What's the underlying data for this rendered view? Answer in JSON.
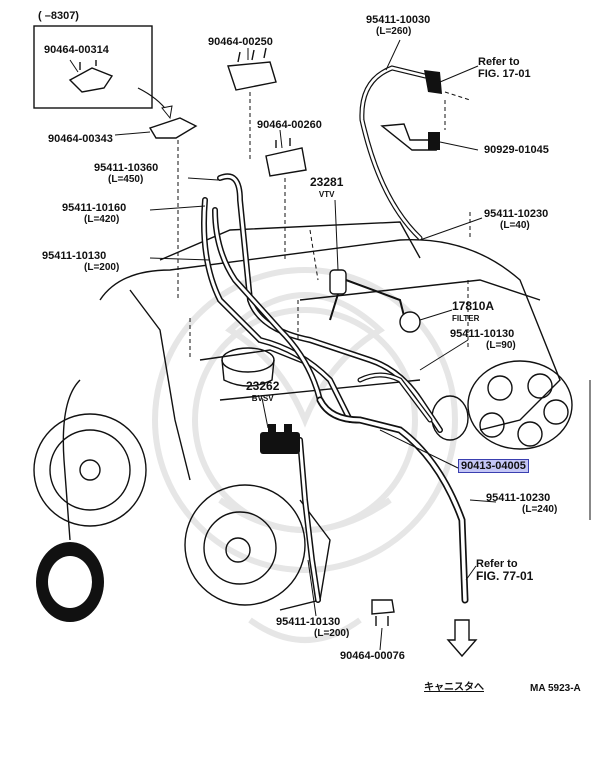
{
  "diagram": {
    "inset": {
      "range": "(      –8307)",
      "part": "90464-00314"
    },
    "parts": {
      "p_90464_00250": "90464-00250",
      "p_90464_00260": "90464-00260",
      "p_90464_00343": "90464-00343",
      "p_95411_10360": "95411-10360",
      "p_95411_10360_len": "(L=450)",
      "p_95411_10160": "95411-10160",
      "p_95411_10160_len": "(L=420)",
      "p_95411_10130a": "95411-10130",
      "p_95411_10130a_len": "(L=200)",
      "p_95411_10030": "95411-10030",
      "p_95411_10030_len": "(L=260)",
      "p_90929_01045": "90929-01045",
      "p_23281": "23281",
      "p_23281_name": "VTV",
      "p_95411_10230a": "95411-10230",
      "p_95411_10230a_len": "(L=40)",
      "p_17810A": "17810A",
      "p_17810A_name": "FILTER",
      "p_95411_10130b": "95411-10130",
      "p_95411_10130b_len": "(L=90)",
      "p_23262": "23262",
      "p_23262_name": "BVSV",
      "p_90413_04005": "90413-04005",
      "p_95411_10230b": "95411-10230",
      "p_95411_10230b_len": "(L=240)",
      "p_95411_10130c": "95411-10130",
      "p_95411_10130c_len": "(L=200)",
      "p_90464_00076": "90464-00076"
    },
    "refer_top": {
      "line1": "Refer to",
      "line2": "FIG. 17-01"
    },
    "refer_bottom": {
      "line1": "Refer to",
      "line2": "FIG. 77-01"
    },
    "canister_label": "キャニスタへ",
    "figure_code": "MA 5923-A",
    "colors": {
      "line": "#111111",
      "highlight_fill": "#c4c6f5",
      "highlight_border": "#3a3fb0",
      "watermark": "#e6e6e6"
    }
  }
}
